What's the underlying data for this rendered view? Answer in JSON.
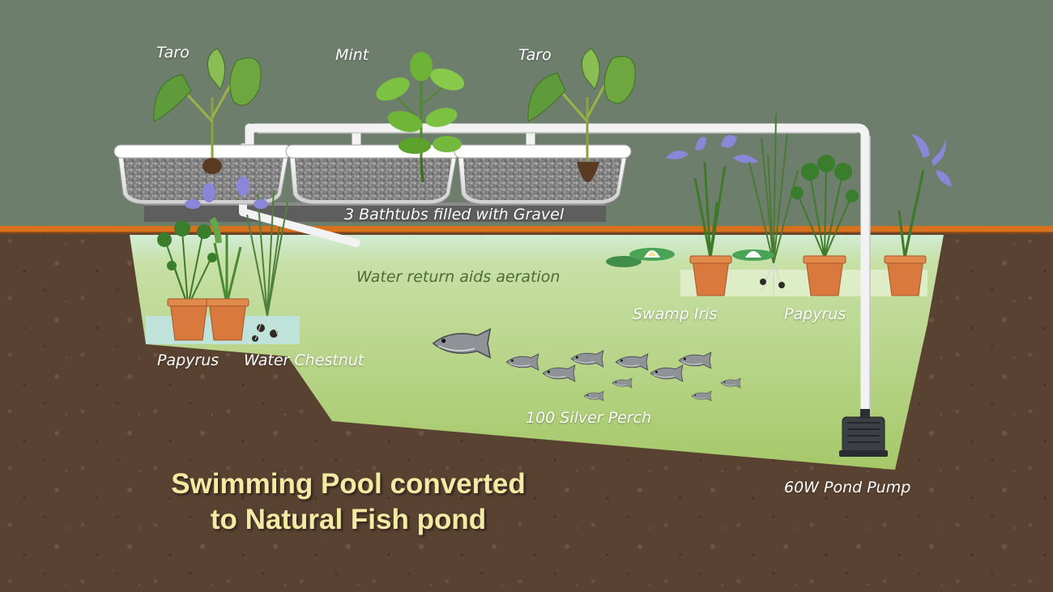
{
  "labels": {
    "taro_left": "Taro",
    "mint": "Mint",
    "taro_right": "Taro",
    "bathtubs": "3 Bathtubs filled with Gravel",
    "water_return": "Water return aids aeration",
    "swamp_iris": "Swamp Iris",
    "papyrus_right": "Papyrus",
    "papyrus_left": "Papyrus",
    "water_chestnut": "Water Chestnut",
    "silver_perch": "100 Silver Perch",
    "pond_pump": "60W Pond Pump"
  },
  "title": {
    "line1": "Swimming Pool converted",
    "line2": "to Natural Fish pond"
  },
  "colors": {
    "sky": "#6e7e6c",
    "soil": "#5a4232",
    "ground_edge": "#d9701c",
    "pond_water": "#bcd78a",
    "title_text": "#f4eaa4",
    "pot": "#d9793d",
    "iris_flower": "#8a86d8"
  },
  "icons": [
    "taro-plant-icon",
    "mint-plant-icon",
    "bathtub-icon",
    "pipe-icon",
    "pot-plant-icon",
    "water-lily-icon",
    "fish-icon",
    "pump-icon"
  ]
}
